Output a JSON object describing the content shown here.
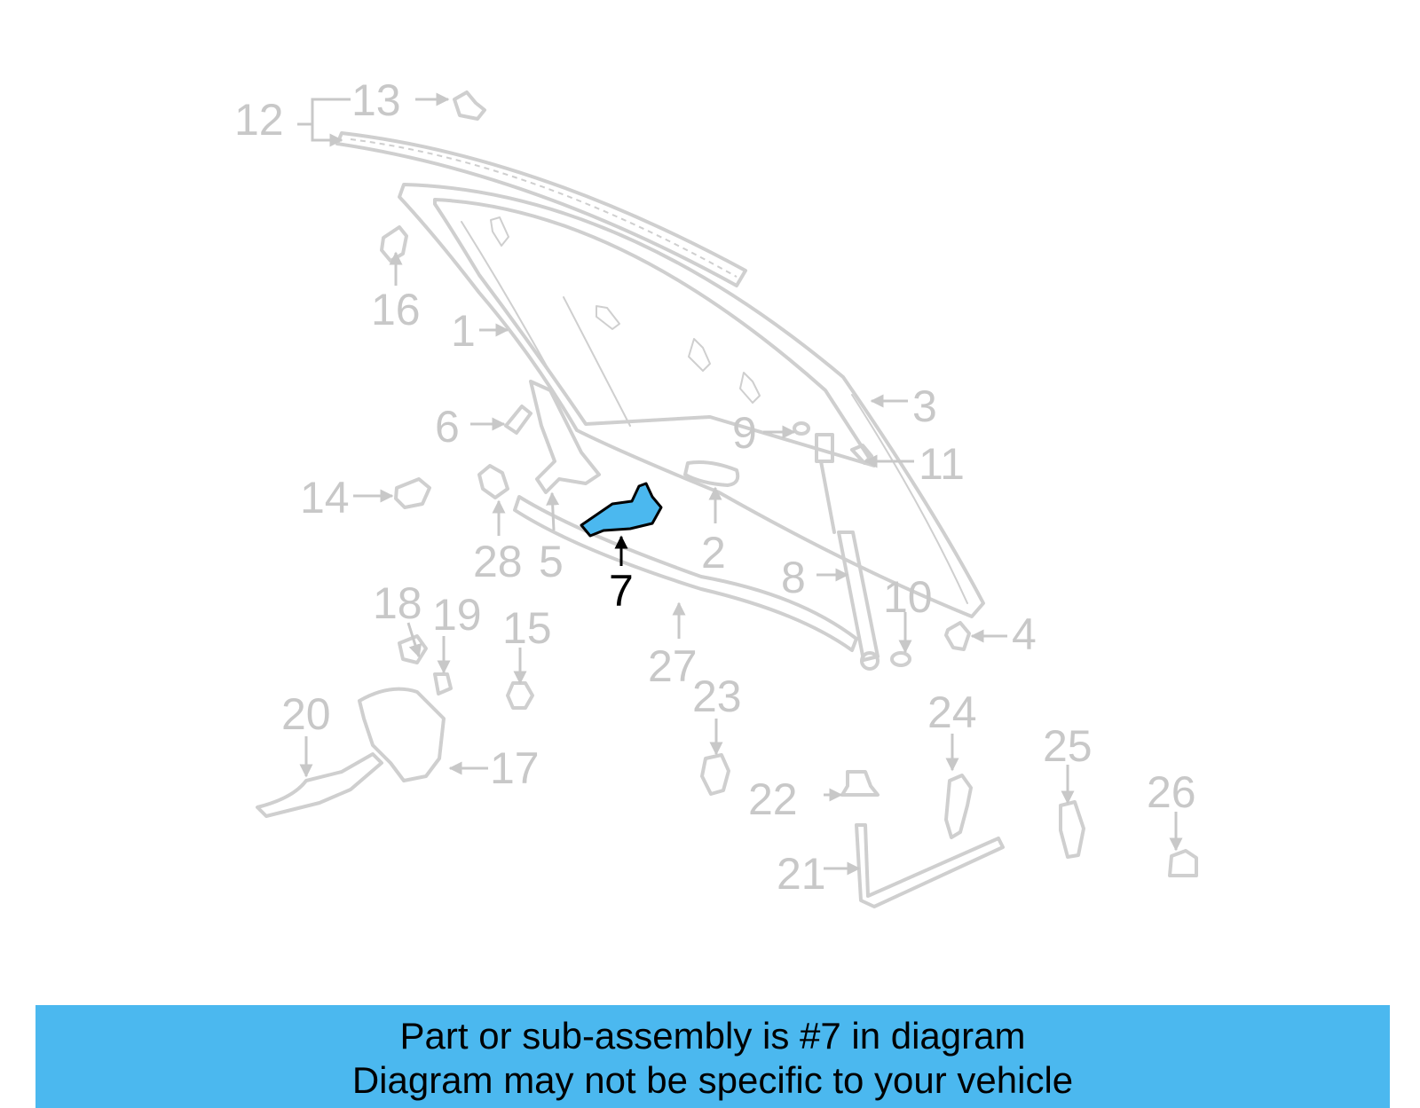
{
  "callouts": [
    {
      "num": "1"
    },
    {
      "num": "2"
    },
    {
      "num": "3"
    },
    {
      "num": "4"
    },
    {
      "num": "5"
    },
    {
      "num": "6"
    },
    {
      "num": "7"
    },
    {
      "num": "8"
    },
    {
      "num": "9"
    },
    {
      "num": "10"
    },
    {
      "num": "11"
    },
    {
      "num": "12"
    },
    {
      "num": "13"
    },
    {
      "num": "14"
    },
    {
      "num": "15"
    },
    {
      "num": "16"
    },
    {
      "num": "17"
    },
    {
      "num": "18"
    },
    {
      "num": "19"
    },
    {
      "num": "20"
    },
    {
      "num": "21"
    },
    {
      "num": "22"
    },
    {
      "num": "23"
    },
    {
      "num": "24"
    },
    {
      "num": "25"
    },
    {
      "num": "26"
    },
    {
      "num": "27"
    },
    {
      "num": "28"
    }
  ],
  "highlight": {
    "part_number": "7",
    "color": "#4bb8ef"
  },
  "banner": {
    "line1": "Part or sub-assembly is #7 in diagram",
    "line2": "Diagram may not be specific to your vehicle",
    "color": "#4bb8ef"
  }
}
